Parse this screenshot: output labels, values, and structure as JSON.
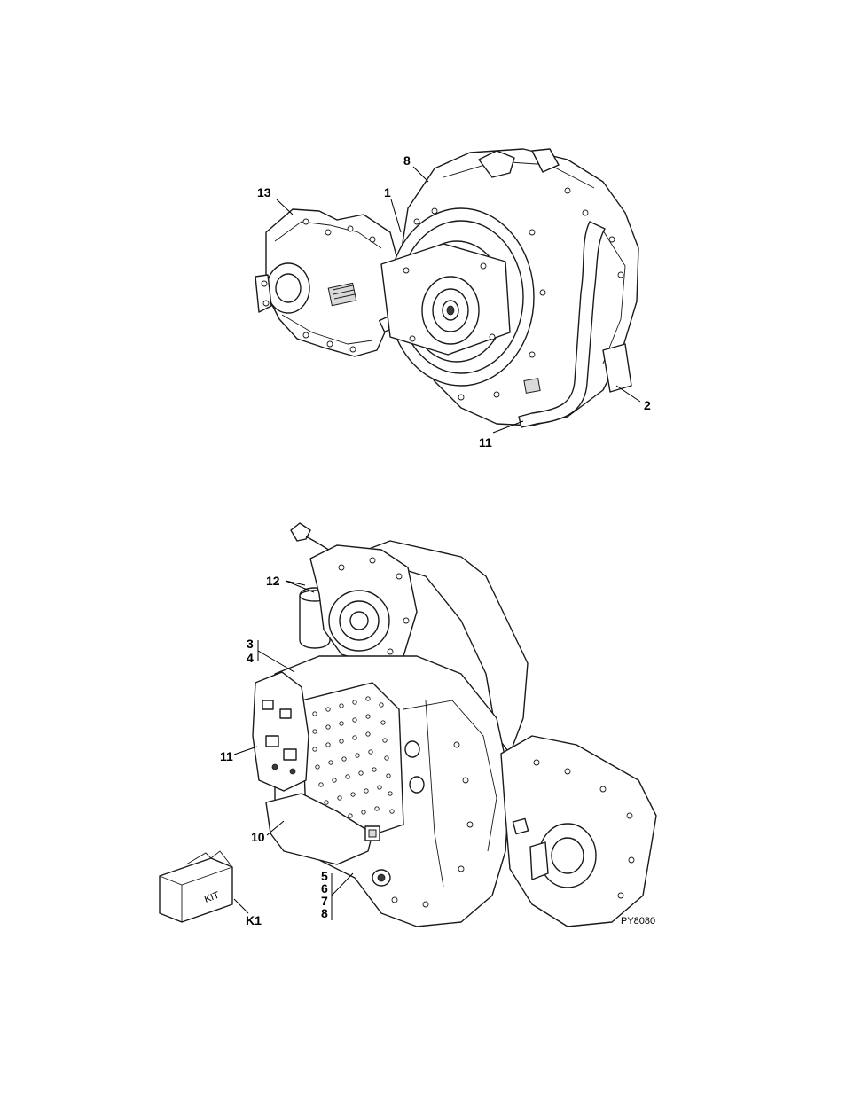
{
  "figure": {
    "drawing_code": "PY8080",
    "upper_view": {
      "callouts": [
        "8",
        "13",
        "1",
        "2",
        "11"
      ]
    },
    "lower_view": {
      "callouts": [
        "12",
        "3",
        "4",
        "11",
        "10",
        "5",
        "6",
        "7",
        "8"
      ],
      "kit": {
        "box_text": "KIT",
        "callout": "K1"
      }
    }
  }
}
